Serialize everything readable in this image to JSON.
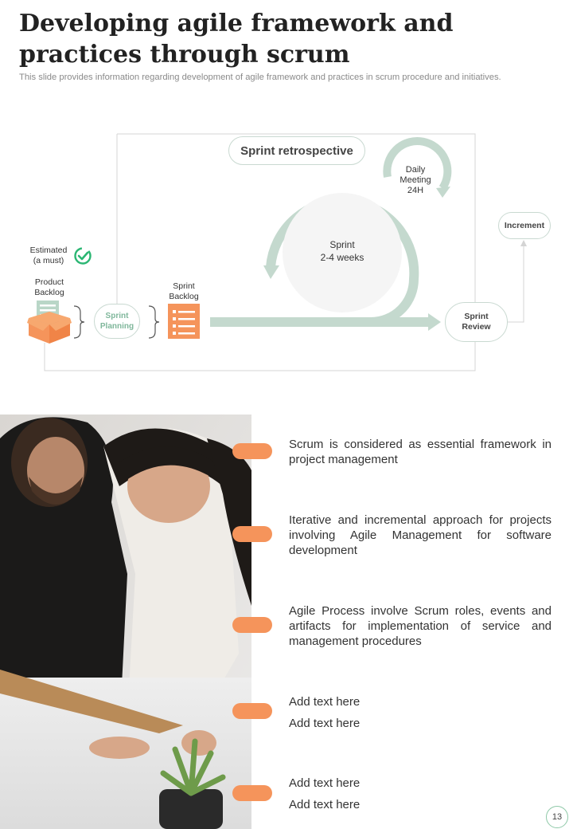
{
  "header": {
    "title": "Developing agile framework and practices through scrum",
    "subtitle": "This slide provides information regarding development of agile framework and practices in scrum procedure and initiatives."
  },
  "diagram": {
    "sprint_retrospective": "Sprint retrospective",
    "daily_meeting": [
      "Daily",
      "Meeting",
      "24H"
    ],
    "sprint": [
      "Sprint",
      "2-4 weeks"
    ],
    "increment": "Increment",
    "sprint_review": [
      "Sprint",
      "Review"
    ],
    "estimated": [
      "Estimated",
      "(a must)"
    ],
    "product_backlog": [
      "Product",
      "Backlog"
    ],
    "sprint_planning": [
      "Sprint",
      "Planning"
    ],
    "sprint_backlog": [
      "Sprint",
      "Backlog"
    ]
  },
  "bullets": [
    {
      "text": "Scrum is considered as essential framework in project management"
    },
    {
      "text": "Iterative and incremental approach for projects involving Agile Management for software development"
    },
    {
      "text": "Agile Process involve Scrum roles, events and artifacts for implementation of service and management procedures"
    },
    {
      "line1": "Add text here",
      "line2": "Add text here"
    },
    {
      "line1": "Add text here",
      "line2": "Add text here"
    }
  ],
  "page_number": "13",
  "colors": {
    "accent_orange": "#f5945b",
    "loop_green": "#c4d9ce",
    "check_green": "#2bb673"
  },
  "icons": [
    "check-icon",
    "box-icon",
    "checklist-icon"
  ]
}
